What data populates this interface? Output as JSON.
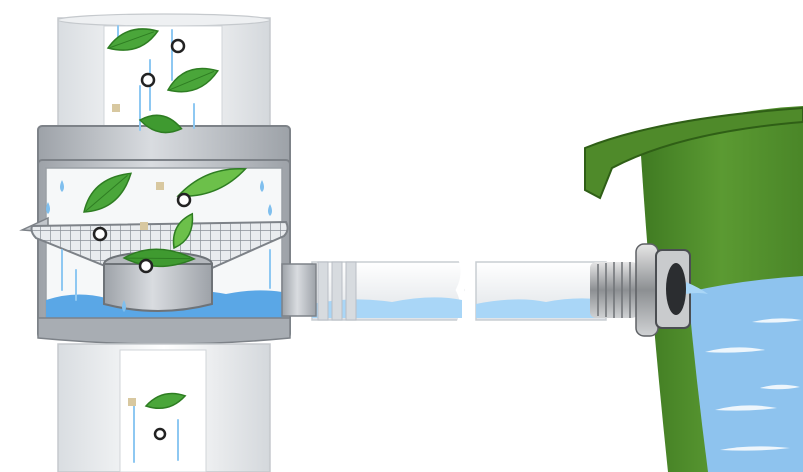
{
  "diagram": {
    "components": [
      {
        "id": "downpipe-upper",
        "icon": "pipe-icon"
      },
      {
        "id": "filter-collector",
        "icon": "filter-icon"
      },
      {
        "id": "filter-screen",
        "icon": "mesh-icon"
      },
      {
        "id": "downpipe-lower",
        "icon": "pipe-icon"
      },
      {
        "id": "overflow-hose",
        "icon": "hose-icon"
      },
      {
        "id": "tank-connector",
        "icon": "connector-icon"
      },
      {
        "id": "water-tank",
        "icon": "tank-icon"
      }
    ],
    "debris": [
      "leaf-icon",
      "seed-icon",
      "dirt-icon"
    ],
    "colors": {
      "pipe": "#f2f4f6",
      "housing": "#b8bcc2",
      "housing_dark": "#8e939a",
      "mesh": "#9aa0a8",
      "water": "#5aa7e6",
      "water_light": "#a9d6f7",
      "leaf": "#4aa63a",
      "leaf_dark": "#2e7d22",
      "tank": "#4f8a2a",
      "tank_dark": "#3a6e1e",
      "tank_water": "#8ec3ee",
      "metal": "#a7aaad"
    }
  }
}
